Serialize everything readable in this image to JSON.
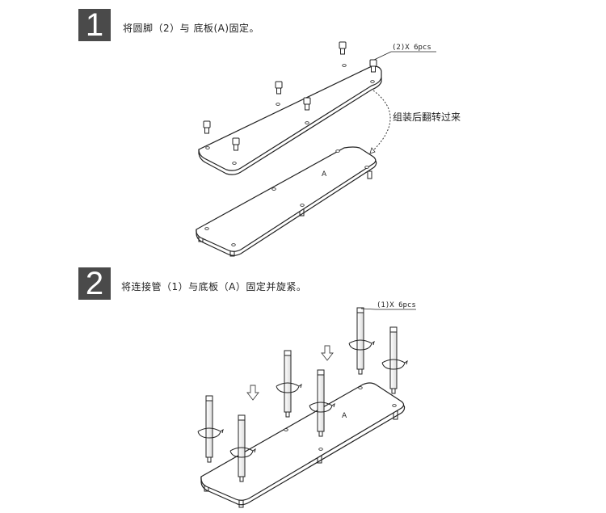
{
  "steps": [
    {
      "number": "1",
      "instruction": "将圆脚（2）与 底板(A)固定。"
    },
    {
      "number": "2",
      "instruction": "将连接管（1）与底板（A）固定并旋紧。"
    }
  ],
  "callouts": {
    "feet": "(2)X 6pcs",
    "flip": "组装后翻转过来",
    "board_top": "A",
    "board_bottom": "A",
    "tubes": "(1)X 6pcs"
  }
}
